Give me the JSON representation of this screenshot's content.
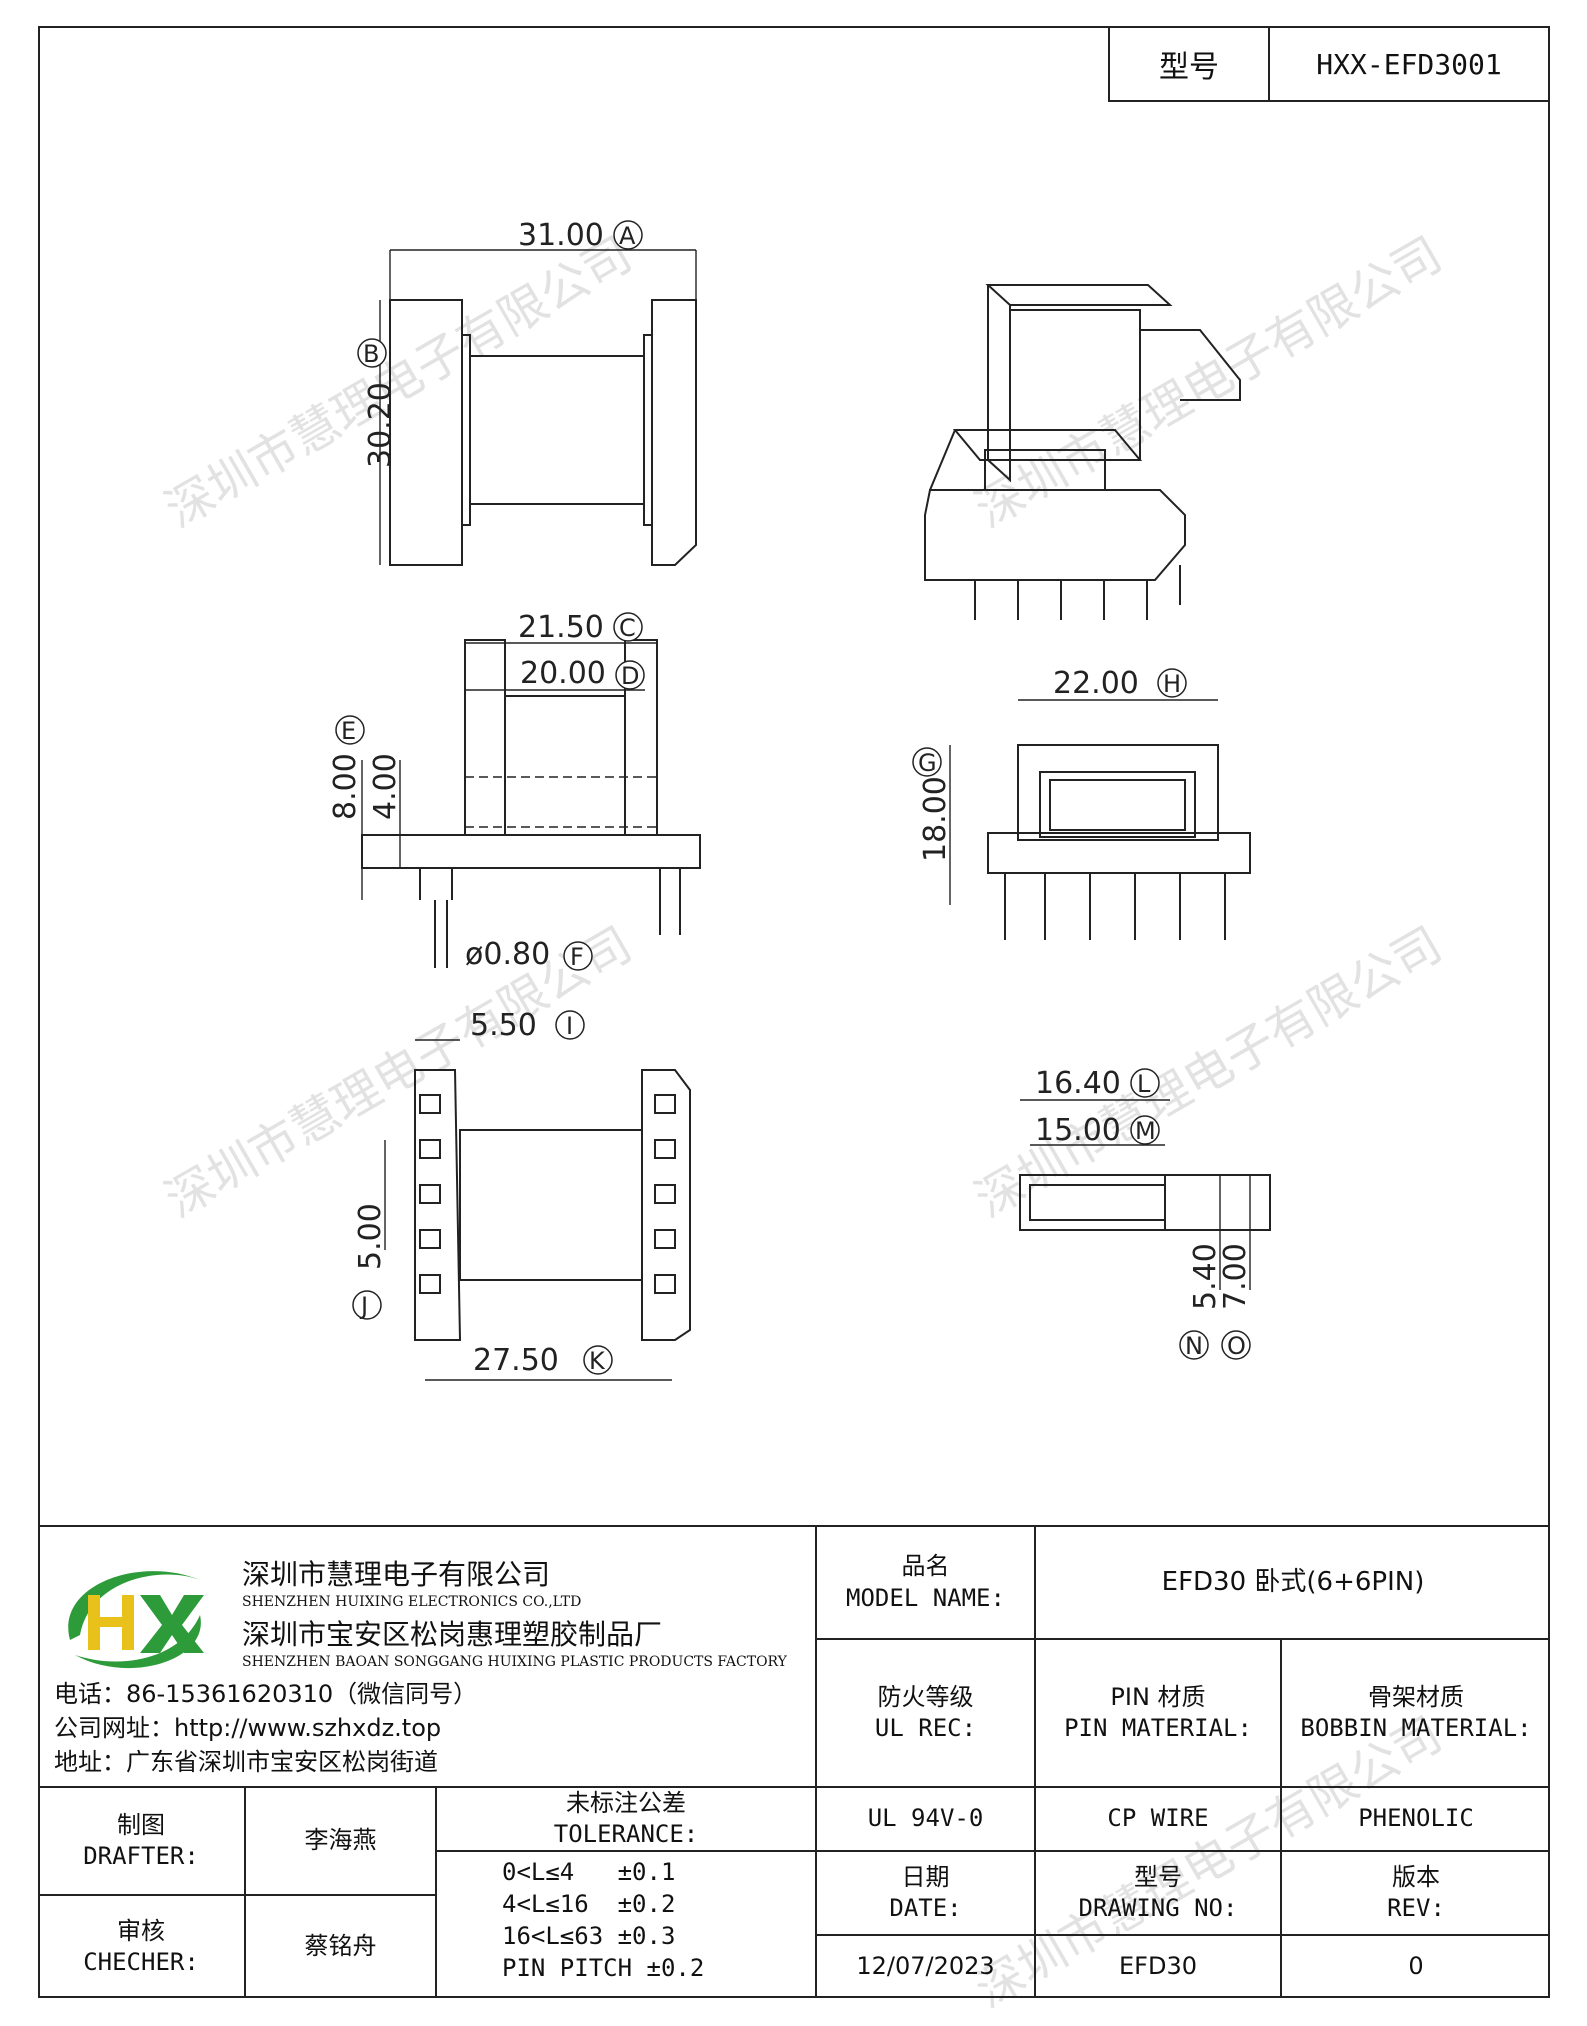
{
  "header": {
    "model_label": "型号",
    "model_value": "HXX-EFD3001"
  },
  "dimensions": {
    "A": {
      "value": "31.00",
      "tag": "A"
    },
    "B": {
      "value": "30.20",
      "tag": "B"
    },
    "C": {
      "value": "21.50",
      "tag": "C"
    },
    "D": {
      "value": "20.00",
      "tag": "D"
    },
    "E": {
      "value": "8.00",
      "tag": "E"
    },
    "E2": {
      "value": "4.00"
    },
    "F": {
      "value": "ø0.80",
      "tag": "F"
    },
    "G": {
      "value": "18.00",
      "tag": "G"
    },
    "H": {
      "value": "22.00",
      "tag": "H"
    },
    "I": {
      "value": "5.50",
      "tag": "I"
    },
    "J": {
      "value": "5.00",
      "tag": "J"
    },
    "K": {
      "value": "27.50",
      "tag": "K"
    },
    "L": {
      "value": "16.40",
      "tag": "L"
    },
    "M": {
      "value": "15.00",
      "tag": "M"
    },
    "N": {
      "value": "5.40",
      "tag": "N"
    },
    "O": {
      "value": "7.00",
      "tag": "O"
    }
  },
  "watermark": "深圳市慧理电子有限公司",
  "company": {
    "logo_text": "HX",
    "name_cn": "深圳市慧理电子有限公司",
    "name_en": "SHENZHEN HUIXING ELECTRONICS CO.,LTD",
    "factory_cn": "深圳市宝安区松岗惠理塑胶制品厂",
    "factory_en": "SHENZHEN BAOAN SONGGANG HUIXING PLASTIC PRODUCTS FACTORY",
    "phone": "电话：86-15361620310（微信同号）",
    "website": "公司网址：http://www.szhxdz.top",
    "address": "地址：广东省深圳市宝安区松岗街道"
  },
  "title_block": {
    "model_name_cn": "品名",
    "model_name_en": "MODEL NAME:",
    "model_name_value": "EFD30 卧式(6+6PIN)",
    "ul_cn": "防火等级",
    "ul_en": "UL REC:",
    "pin_cn": "PIN 材质",
    "pin_en": "PIN MATERIAL:",
    "bobbin_cn": "骨架材质",
    "bobbin_en": "BOBBIN MATERIAL:",
    "ul_value": "UL 94V-0",
    "pin_value": "CP WIRE",
    "bobbin_value": "PHENOLIC",
    "date_cn": "日期",
    "date_en": "DATE:",
    "drawing_cn": "型号",
    "drawing_en": "DRAWING NO:",
    "rev_cn": "版本",
    "rev_en": "REV:",
    "date_value": "12/07/2023",
    "drawing_value": "EFD30",
    "rev_value": "0",
    "drafter_cn": "制图",
    "drafter_en": "DRAFTER:",
    "drafter_value": "李海燕",
    "checker_cn": "审核",
    "checker_en": "CHECHER:",
    "checker_value": "蔡铭舟",
    "tolerance_cn": "未标注公差",
    "tolerance_en": "TOLERANCE:",
    "tolerance_lines": [
      "0<L≤4   ±0.1",
      "4<L≤16  ±0.2",
      "16<L≤63 ±0.3",
      "PIN PITCH ±0.2"
    ]
  },
  "colors": {
    "logo_green": "#2e9b3a",
    "logo_yellow": "#e8c21a",
    "line": "#222222"
  }
}
